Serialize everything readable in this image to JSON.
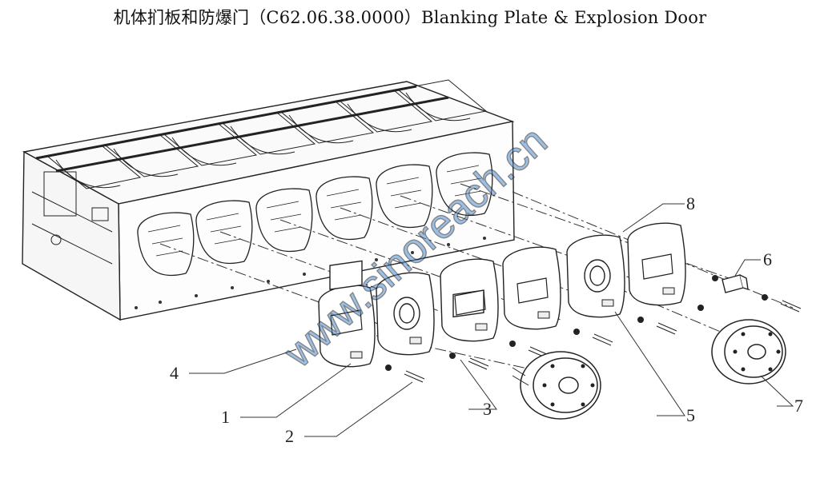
{
  "title": "机体扪板和防爆门（C62.06.38.0000）Blanking Plate & Explosion Door",
  "watermark": "www.sinoreach.cn",
  "watermark_color": "#4a90d9",
  "callouts": [
    "4",
    "1",
    "2",
    "3",
    "5",
    "6",
    "7",
    "8"
  ]
}
